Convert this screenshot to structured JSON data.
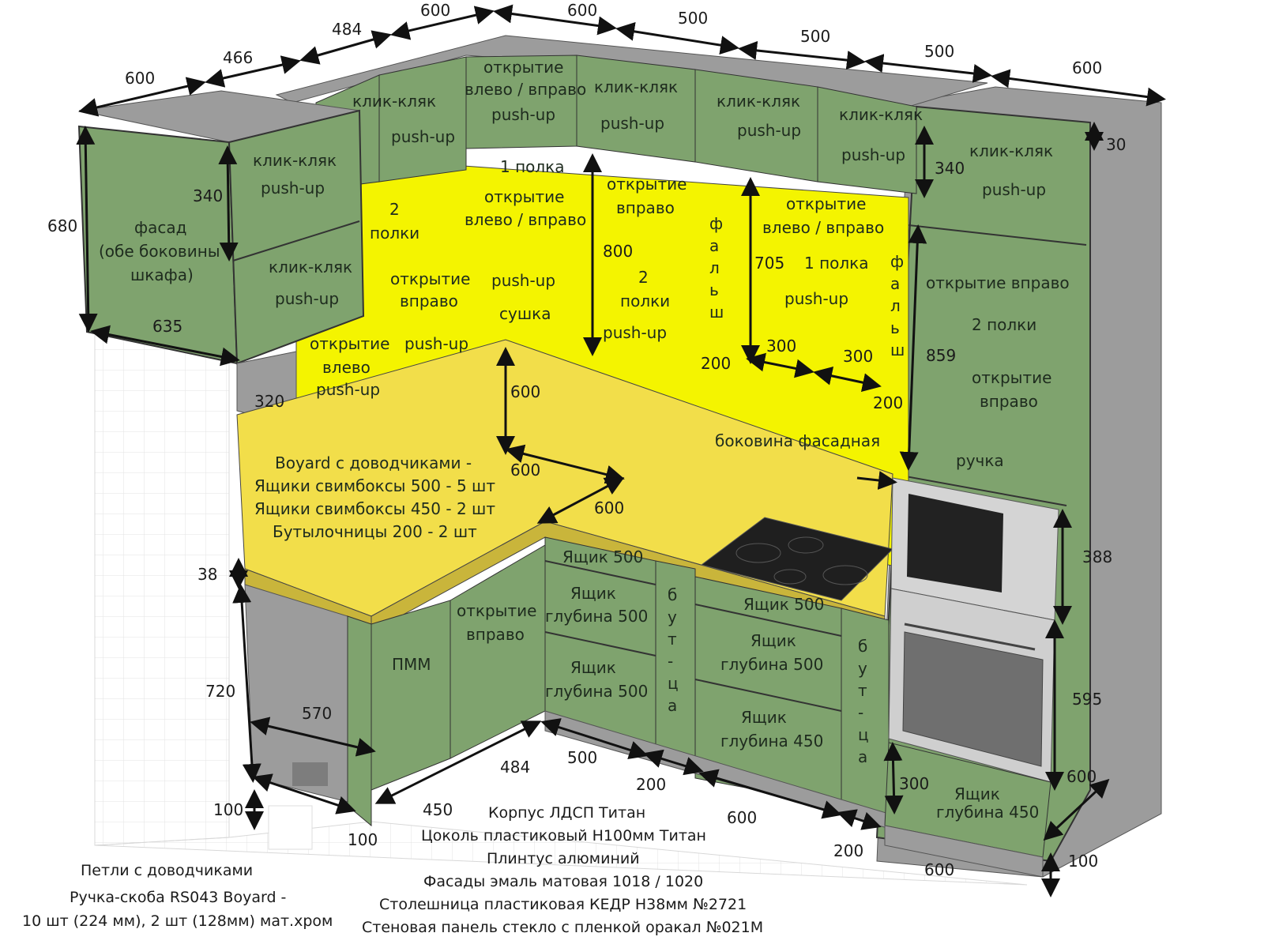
{
  "colors": {
    "facade": "#7fa36e",
    "facade_dark": "#6b8d5c",
    "carcass": "#9c9c9c",
    "countertop": "#f2de4a",
    "wall_panel": "#f4f400",
    "outline": "#222222"
  },
  "top_dims": [
    "600",
    "466",
    "484",
    "600",
    "600",
    "500",
    "500",
    "500",
    "600"
  ],
  "right_dims": {
    "d30": "30",
    "d388": "388",
    "d595": "595",
    "d600": "600",
    "d100": "100"
  },
  "left_dims": {
    "d680": "680",
    "d340": "340",
    "d635": "635",
    "d320": "320",
    "d38": "38",
    "d720": "720",
    "d570": "570",
    "d100": "100",
    "d450": "450",
    "d100b": "100"
  },
  "mid_dims": {
    "d600a": "600",
    "d600b": "600",
    "d600c": "600",
    "d800": "800",
    "d705": "705",
    "d300a": "300",
    "d300b": "300",
    "d200a": "200",
    "d200b": "200",
    "d340r": "340",
    "d859": "859",
    "d300c": "300"
  },
  "floor_dims": {
    "d484": "484",
    "d500": "500",
    "d200a": "200",
    "d600a": "600",
    "d200b": "200",
    "d600b": "600"
  },
  "labels": {
    "click": "клик-кляк",
    "pushup": "push-up",
    "fasad1": "фасад",
    "fasad2": "(обе боковины",
    "fasad3": "шкафа)",
    "open_lr": "открытие",
    "open_lr2": "влево / вправо",
    "one_shelf": "1 полка",
    "two": "2",
    "shelves": "полки",
    "open_right1": "открытие",
    "open_right2": "вправо",
    "open_left1": "открытие",
    "open_left2": "влево",
    "dryer": "сушка",
    "falsh": "фальш",
    "open_right_full": "открытие вправо",
    "two_shelves": "2 полки",
    "side_facade": "боковина фасадная",
    "handle": "ручка",
    "pmm": "ПММ",
    "box500": "Ящик 500",
    "box": "Ящик",
    "depth500": "глубина 500",
    "depth450": "глубина 450",
    "bottle": "бут-ца"
  },
  "boyard": [
    "Boyard с доводчиками -",
    "Ящики свимбоксы 500 - 5 шт",
    "Ящики свимбоксы 450 - 2 шт",
    "Бутылочницы 200 - 2 шт"
  ],
  "notes_center": [
    "Корпус ЛДСП Титан",
    "Цоколь пластиковый Н100мм Титан",
    "Плинтус алюминий",
    "Фасады эмаль матовая 1018 / 1020",
    "Столешница пластиковая КЕДР Н38мм №2721",
    "Стеновая панель стекло с пленкой оракал №021М"
  ],
  "notes_left": [
    "Петли с доводчиками",
    "Ручка-скоба RS043 Boyard -",
    "10 шт (224 мм), 2 шт (128мм) мат.хром"
  ]
}
